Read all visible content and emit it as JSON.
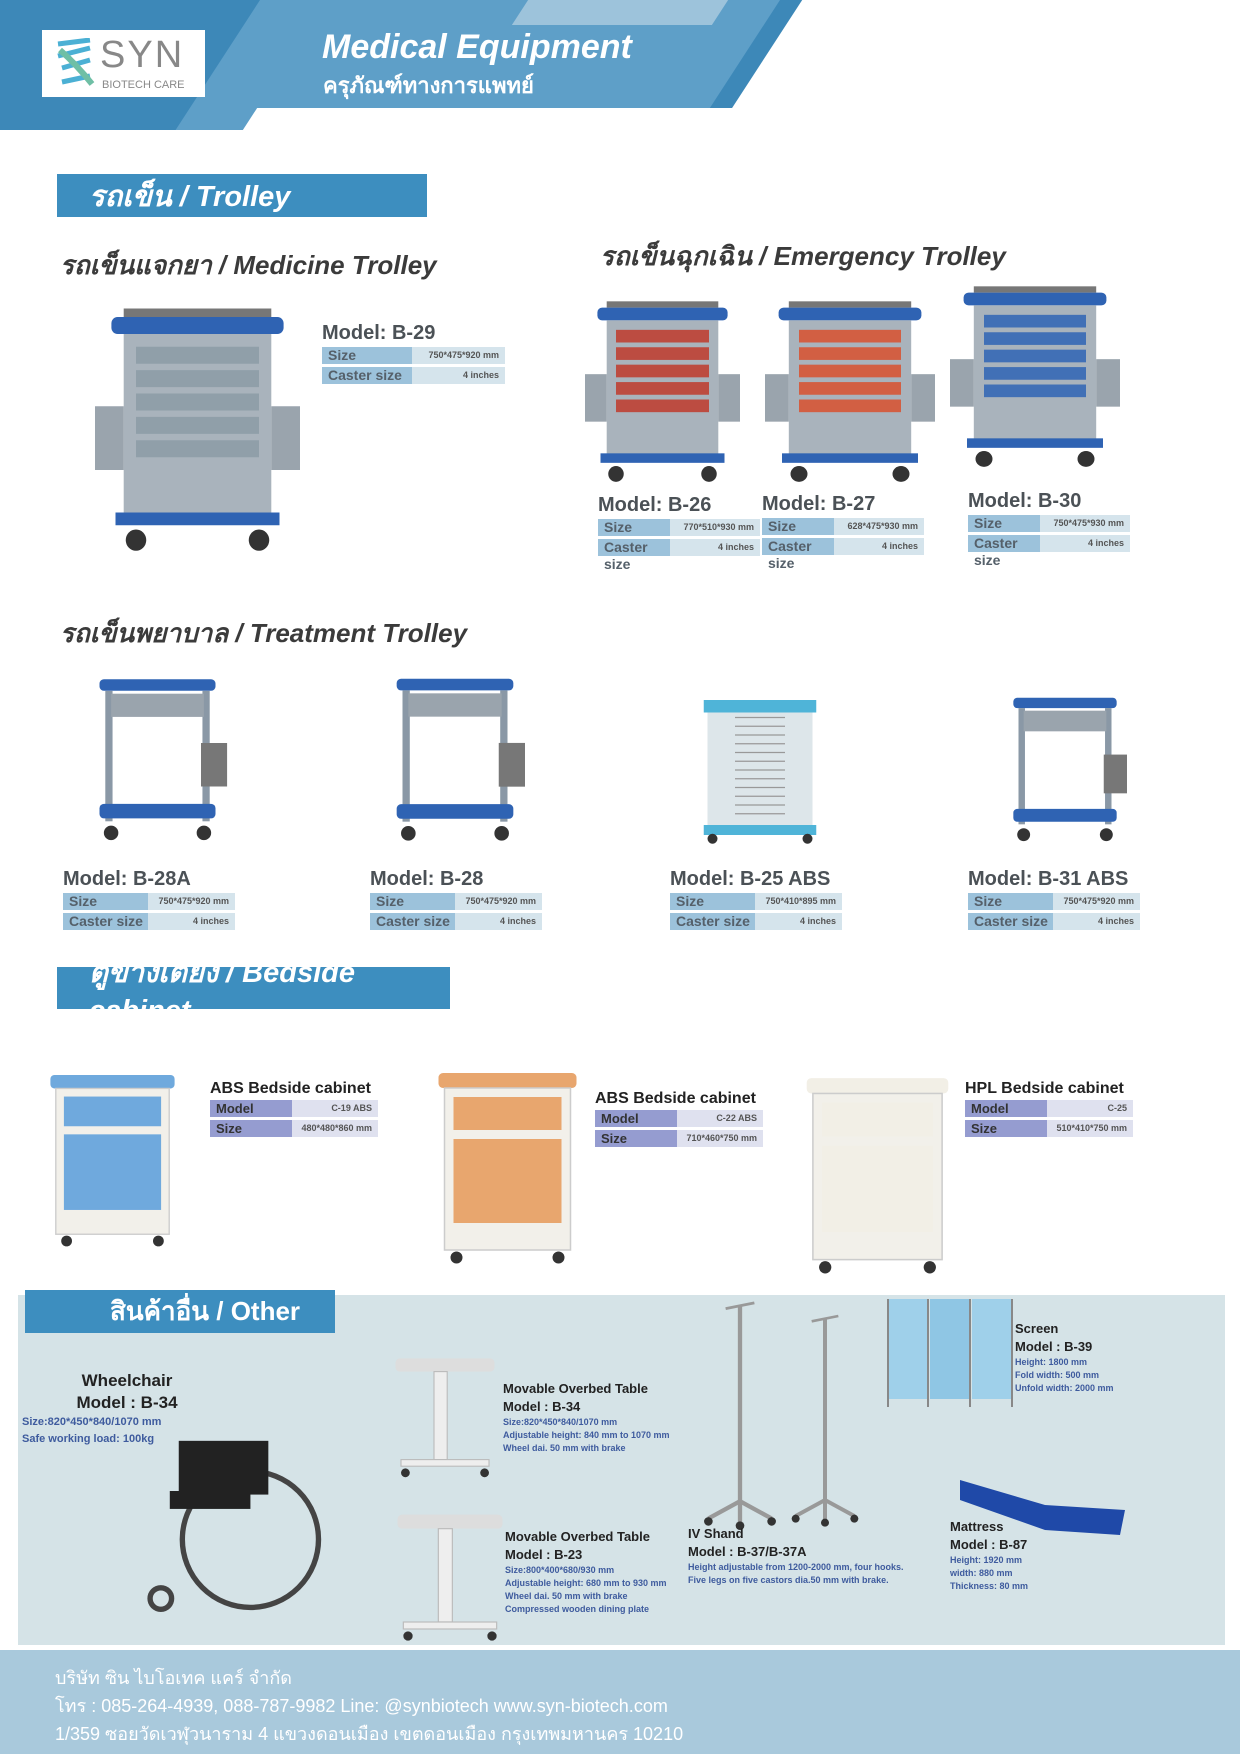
{
  "header": {
    "brand": "SYN",
    "brand_sub": "BIOTECH CARE",
    "title": "Medical Equipment",
    "title_th": "ครุภัณฑ์ทางการแพทย์"
  },
  "labels": {
    "size": "Size",
    "caster": "Caster size",
    "model": "Model"
  },
  "trolley": {
    "banner": "รถเข็น / Trolley",
    "medicine": {
      "heading": "รถเข็นแจกยา / Medicine Trolley",
      "items": [
        {
          "model": "Model: B-29",
          "size": "750*475*920 mm",
          "caster": "4 inches"
        }
      ]
    },
    "emergency": {
      "heading": "รถเข็นฉุกเฉิน / Emergency Trolley",
      "items": [
        {
          "model": "Model: B-26",
          "size": "770*510*930 mm",
          "caster": "4 inches"
        },
        {
          "model": "Model: B-27",
          "size": "628*475*930 mm",
          "caster": "4 inches"
        },
        {
          "model": "Model: B-30",
          "size": "750*475*930 mm",
          "caster": "4 inches"
        }
      ]
    },
    "treatment": {
      "heading": "รถเข็นพยาบาล / Treatment Trolley",
      "items": [
        {
          "model": "Model: B-28A",
          "size": "750*475*920 mm",
          "caster": "4 inches"
        },
        {
          "model": "Model: B-28",
          "size": "750*475*920 mm",
          "caster": "4 inches"
        },
        {
          "model": "Model: B-25 ABS",
          "size": "750*410*895 mm",
          "caster": "4 inches"
        },
        {
          "model": "Model: B-31 ABS",
          "size": "750*475*920 mm",
          "caster": "4 inches"
        }
      ]
    }
  },
  "bedside": {
    "banner": "ตู้ข้างเตียง / Bedside cabinet",
    "items": [
      {
        "title": "ABS Bedside cabinet",
        "model": "C-19 ABS",
        "size": "480*480*860 mm"
      },
      {
        "title": "ABS Bedside cabinet",
        "model": "C-22 ABS",
        "size": "710*460*750 mm"
      },
      {
        "title": "HPL Bedside cabinet",
        "model": "C-25",
        "size": "510*410*750 mm"
      }
    ]
  },
  "other": {
    "banner": "สินค้าอื่น / Other",
    "wheelchair": {
      "name": "Wheelchair",
      "model": "Model : B-34",
      "lines": [
        "Size:820*450*840/1070 mm",
        "Safe working load: 100kg"
      ]
    },
    "table34": {
      "name": "Movable Overbed Table",
      "model": "Model : B-34",
      "lines": [
        "Size:820*450*840/1070 mm",
        "Adjustable height: 840 mm to 1070 mm",
        "Wheel dai. 50 mm with brake"
      ]
    },
    "table23": {
      "name": "Movable Overbed Table",
      "model": "Model : B-23",
      "lines": [
        "Size:800*400*680/930 mm",
        "Adjustable height: 680 mm to 930 mm",
        "Wheel dai. 50 mm with brake",
        "Compressed wooden dining plate"
      ]
    },
    "iv": {
      "name": "IV Shand",
      "model": "Model : B-37/B-37A",
      "lines": [
        "Height adjustable from 1200-2000 mm, four hooks.",
        "Five legs on five castors dia.50 mm with brake."
      ]
    },
    "screen": {
      "name": "Screen",
      "model": "Model : B-39",
      "lines": [
        "Height: 1800 mm",
        "Fold width: 500 mm",
        "Unfold width: 2000 mm"
      ]
    },
    "mattress": {
      "name": "Mattress",
      "model": "Model : B-87",
      "lines": [
        "Height: 1920 mm",
        "width: 880 mm",
        "Thickness: 80 mm"
      ]
    }
  },
  "footer": {
    "company": "บริษัท ซิน ไบโอเทค แคร์ จำกัด",
    "contact": "โทร : 085-264-4939, 088-787-9982  Line: @synbiotech  www.syn-biotech.com",
    "address": "1/359 ซอยวัดเวฬุวนาราม 4 แขวงดอนเมือง เขตดอนเมือง กรุงเทพมหานคร 10210"
  },
  "colors": {
    "brand": "#3d88b8",
    "banner": "#3d8ebf",
    "spec_label": "#9cc2db",
    "spec_value": "#d5e4ec",
    "other_bg": "#d5e3e7",
    "footer": "#a9c9dc"
  }
}
